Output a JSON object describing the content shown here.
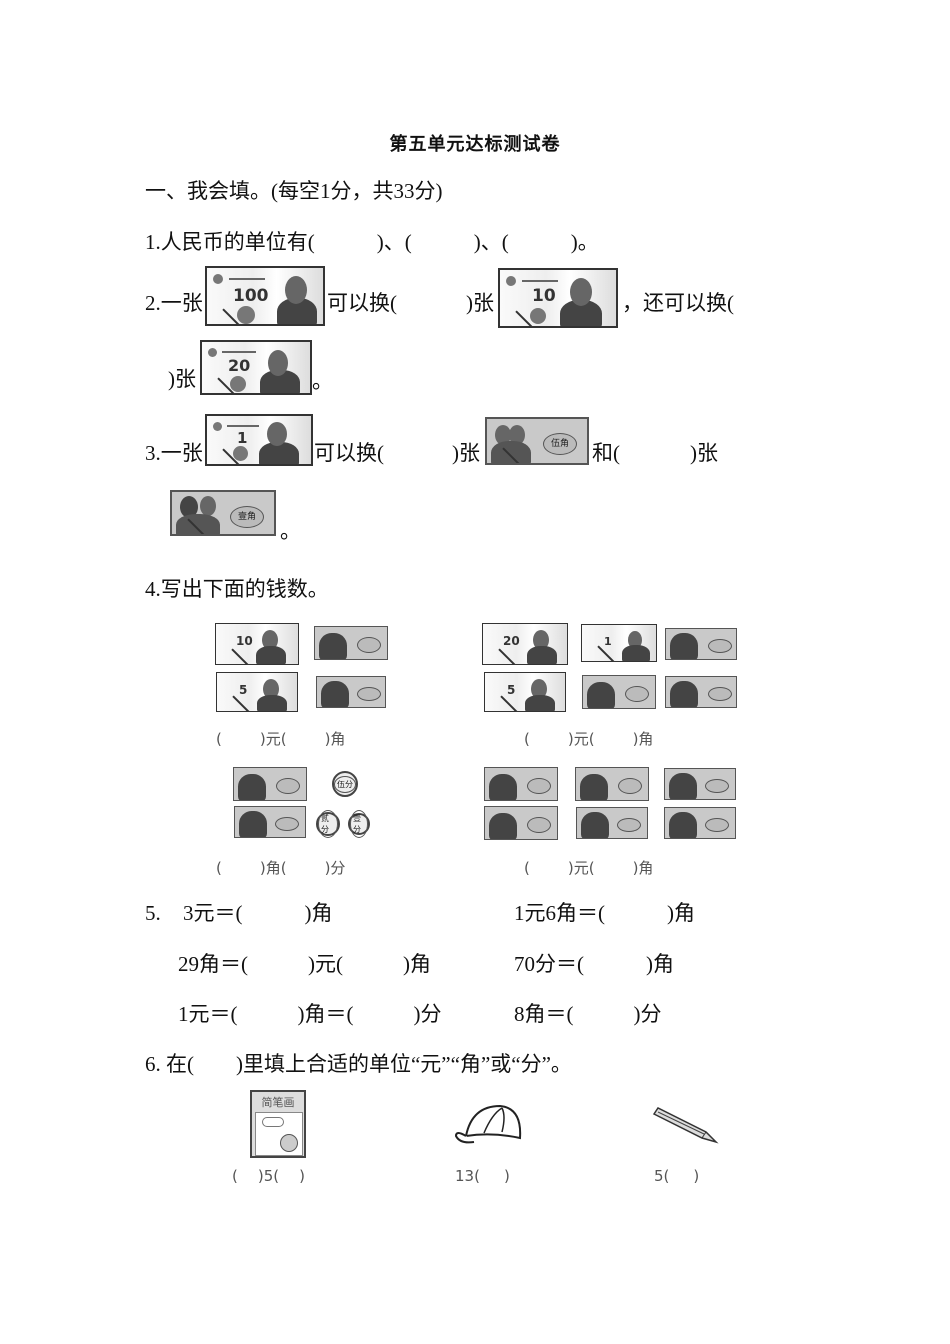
{
  "document": {
    "title": "第五单元达标测试卷",
    "section_heading": "一、我会填。(每空1分，共33分)"
  },
  "q1": {
    "text": "1.人民币的单位有(",
    "sep1": ")、(",
    "sep2": ")、(",
    "end": ")。"
  },
  "q2": {
    "prefix": "2.一张",
    "mid1": "可以换(",
    "mid2": ")张",
    "mid3": "，还可以换(",
    "line2_prefix": ")张",
    "end": "。",
    "notes": [
      "100元",
      "10元",
      "20元"
    ]
  },
  "q3": {
    "prefix": "3.一张",
    "mid1": "可以换(",
    "mid2": ")张",
    "mid3": "和(",
    "mid4": ")张",
    "end": "。",
    "notes": [
      "1元",
      "5角",
      "1角"
    ],
    "jiao5_label": "伍角",
    "jiao1_label": "壹角"
  },
  "q4": {
    "title": "4.写出下面的钱数。",
    "groups": [
      {
        "notes": [
          "10元",
          "5角",
          "5元",
          "1角"
        ],
        "answer": [
          "(",
          ")元(",
          ")角"
        ]
      },
      {
        "notes": [
          "20元",
          "1元",
          "1角",
          "5元",
          "5角",
          "1角"
        ],
        "answer": [
          "(",
          ")元(",
          ")角"
        ]
      },
      {
        "notes": [
          "5角",
          "1角"
        ],
        "coins": [
          "5分",
          "2分",
          "1分"
        ],
        "answer": [
          "(",
          ")角(",
          ")分"
        ]
      },
      {
        "notes": [
          "5角",
          "5角",
          "1角",
          "5角",
          "1角",
          "1角"
        ],
        "answer": [
          "(",
          ")元(",
          ")角"
        ]
      }
    ],
    "coin_labels": [
      "伍分",
      "贰分",
      "壹分"
    ]
  },
  "q5": {
    "num": "5.",
    "items": [
      [
        "3元＝(",
        ")角"
      ],
      [
        "1元6角＝(",
        ")角"
      ],
      [
        "29角＝(",
        ")元(",
        ")角"
      ],
      [
        "70分＝(",
        ")角"
      ],
      [
        "1元＝(",
        ")角＝(",
        ")分"
      ],
      [
        "8角＝(",
        ")分"
      ]
    ]
  },
  "q6": {
    "text": "6. 在(　　)里填上合适的单位“元”“角”或“分”。",
    "book_title": "简笔画",
    "items": [
      {
        "name": "book",
        "answer": [
          "(",
          ")5(",
          ")"
        ]
      },
      {
        "name": "cap",
        "answer": [
          "13(",
          ")"
        ]
      },
      {
        "name": "pencil",
        "answer": [
          "5(",
          ")"
        ]
      }
    ]
  }
}
